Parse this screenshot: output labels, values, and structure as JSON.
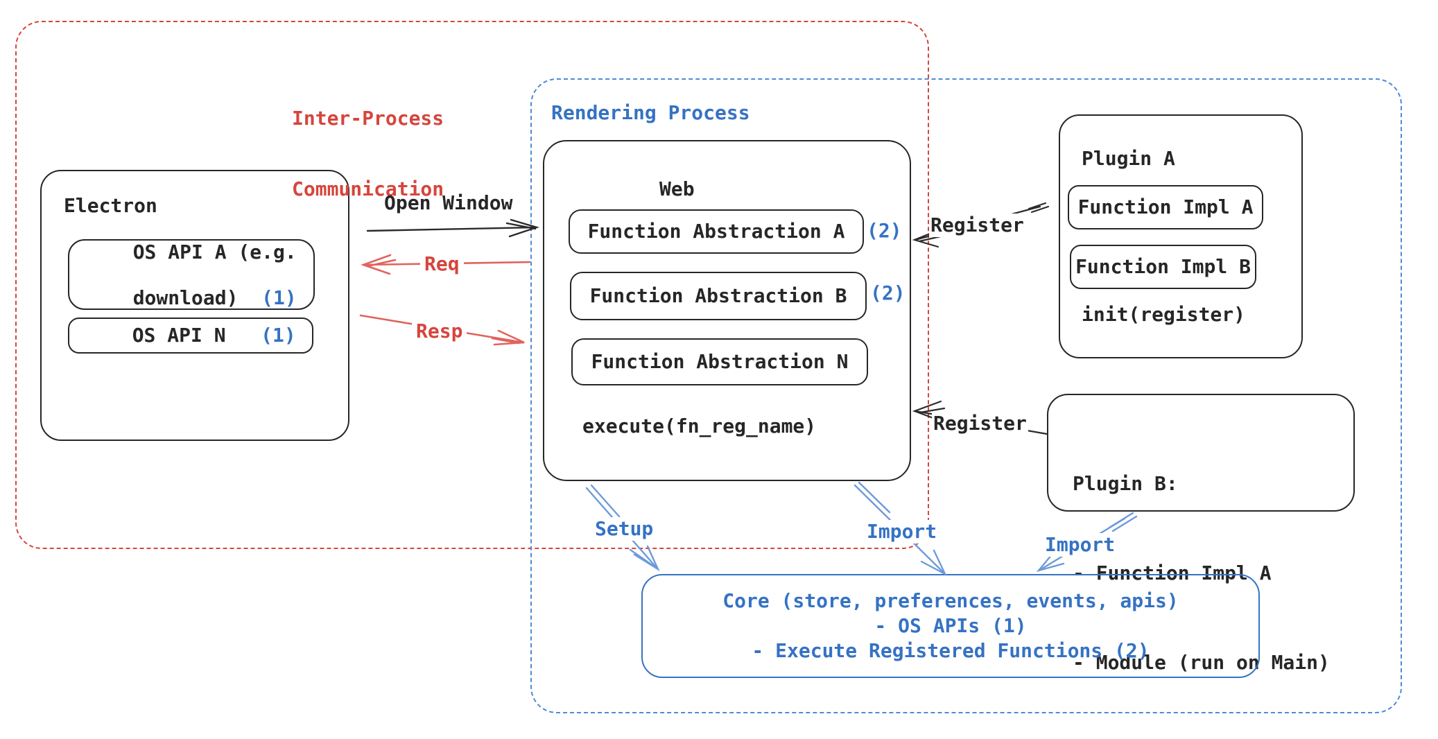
{
  "colors": {
    "red": "#d6453d",
    "red_soft": "#e0635c",
    "blue": "#3572c4",
    "blue_dash": "#4d8ad6",
    "blue_soft": "#6d9ad9",
    "ink": "#262626"
  },
  "groups": {
    "ipc_line1": "Inter-Process",
    "ipc_line2": "Communication",
    "rendering_label": "Rendering Process"
  },
  "electron": {
    "title": "Electron",
    "api_a_line1": "OS API A (e.g.",
    "api_a_line2": "download)",
    "api_a_badge": "(1)",
    "api_n_label": "OS API N",
    "api_n_badge": "(1)"
  },
  "web": {
    "title": "Web",
    "fa_a": "Function Abstraction A",
    "fa_a_badge": "(2)",
    "fa_b": "Function Abstraction B",
    "fa_b_badge": "(2)",
    "fa_n": "Function Abstraction N",
    "execute": "execute(fn_reg_name)"
  },
  "plugin_a": {
    "title": "Plugin A",
    "impl_a": "Function Impl A",
    "impl_b": "Function Impl B",
    "init": "init(register)"
  },
  "plugin_b": {
    "line1": "Plugin B:",
    "line2": "- Function Impl A",
    "line3": "- Module (run on Main)"
  },
  "core": {
    "line1": "Core (store, preferences, events, apis)",
    "line2": "- OS APIs (1)",
    "line3": "- Execute Registered Functions (2)"
  },
  "arrows": {
    "open_window": "Open Window",
    "req": "Req",
    "resp": "Resp",
    "register_top": "Register",
    "register_bottom": "Register",
    "setup": "Setup",
    "import_mid": "Import",
    "import_right": "Import"
  }
}
